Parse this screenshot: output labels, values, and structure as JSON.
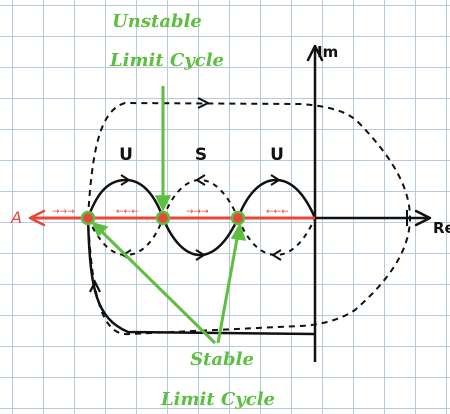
{
  "labels": {
    "unstable_line1": "Unstable",
    "unstable_line2": "Limit Cycle",
    "stable_line1": "Stable",
    "stable_line2": "Limit Cycle",
    "region_left": "U",
    "region_mid": "S",
    "region_right": "U",
    "axis_re": "Re",
    "axis_im": "Im",
    "point_a": "A",
    "arrows_outward": "→→→",
    "arrows_inward": "←←←"
  },
  "colors": {
    "stable": "#5cbf3f",
    "real_axis_segment": "#e8473a",
    "curves": "#111111",
    "grid": "#b9c9dc"
  }
}
